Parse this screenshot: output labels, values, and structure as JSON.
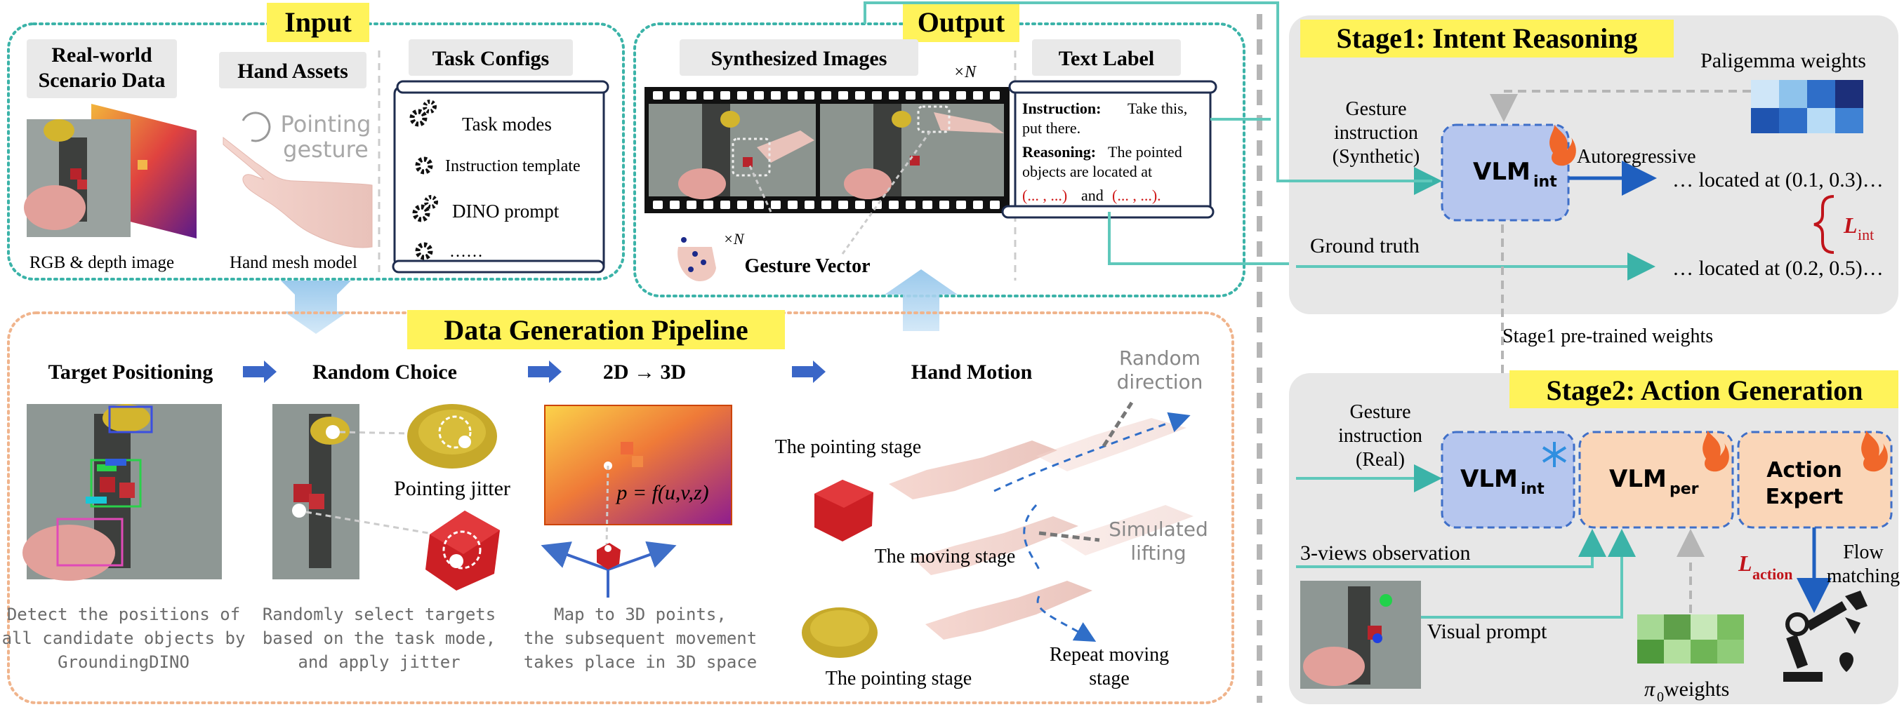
{
  "input": {
    "title": "Input",
    "real_world_line1": "Real-world",
    "real_world_line2": "Scenario Data",
    "hand_assets": "Hand Assets",
    "task_configs": "Task Configs",
    "pointing_line1": "Pointing",
    "pointing_line2": "gesture",
    "rgb_caption": "RGB & depth image",
    "hand_caption": "Hand mesh model",
    "config_items": [
      "Task modes",
      "Instruction template",
      "DINO prompt",
      "……"
    ]
  },
  "output": {
    "title": "Output",
    "synth_title": "Synthesized Images",
    "xn": "×N",
    "text_label_title": "Text Label",
    "instruction_label": "Instruction:",
    "instruction_text1": "Take this,",
    "instruction_text2": "put there.",
    "reasoning_label": "Reasoning:",
    "reasoning_text1": "The pointed",
    "reasoning_text2": "objects are located at",
    "coord_placeholder": "(... , ...)",
    "and_word": "and",
    "coord_end": "(... , ...).",
    "gesture_vector": "Gesture Vector",
    "xn_small": "×N"
  },
  "pipeline": {
    "title": "Data Generation Pipeline",
    "steps": [
      "Target Positioning",
      "Random Choice",
      "2D → 3D",
      "Hand Motion"
    ],
    "pointing_jitter": "Pointing jitter",
    "formula": "p = f(u,v,z)",
    "desc1": [
      "Detect the positions of",
      "all candidate objects by",
      "GroundingDINO"
    ],
    "desc2": [
      "Randomly select targets",
      "based on the task mode,",
      "and apply jitter"
    ],
    "desc3": [
      "Map to 3D points,",
      "the subsequent movement",
      "takes place in 3D space"
    ],
    "random_direction": [
      "Random",
      "direction"
    ],
    "pointing_stage": "The pointing stage",
    "moving_stage": "The moving stage",
    "simulated_lifting": [
      "Simulated",
      "lifting"
    ],
    "repeat_moving": [
      "Repeat moving",
      "stage"
    ]
  },
  "stage1": {
    "title": "Stage1: Intent Reasoning",
    "paligemma": "Paligemma weights",
    "gesture_instruction": [
      "Gesture",
      "instruction",
      "(Synthetic)"
    ],
    "vlm_main": "VLM",
    "vlm_sub": "int",
    "autoregressive": "Autoregressive",
    "pred_output": "… located at (0.1, 0.3)…",
    "loss_main": "L",
    "loss_sub": "int",
    "ground_truth": "Ground truth",
    "gt_output": "… located at (0.2, 0.5)…",
    "pretrained": "Stage1 pre-trained weights"
  },
  "stage2": {
    "title": "Stage2: Action Generation",
    "gesture_instruction": [
      "Gesture",
      "instruction",
      "(Real)"
    ],
    "vlm_int_main": "VLM",
    "vlm_int_sub": "int",
    "vlm_per_main": "VLM",
    "vlm_per_sub": "per",
    "action_expert": [
      "Action",
      "Expert"
    ],
    "three_views": "3-views observation",
    "visual_prompt": "Visual prompt",
    "pi_weights": "π",
    "pi_sub": "0",
    "pi_weights_suffix": " weights",
    "loss_main": "L",
    "loss_sub": "action",
    "flow_matching": [
      "Flow",
      "matching"
    ]
  },
  "colors": {
    "teal": "#3bb3a8",
    "orange_border": "#f0b48c",
    "title_yellow": "#fff35a",
    "vlm_blue": "#b6c6ee",
    "vlm_orange": "#fad6b8",
    "arrow_blue": "#2f5fb8",
    "gray_panel": "#e7e7e7",
    "red_loss": "#c0141b"
  }
}
